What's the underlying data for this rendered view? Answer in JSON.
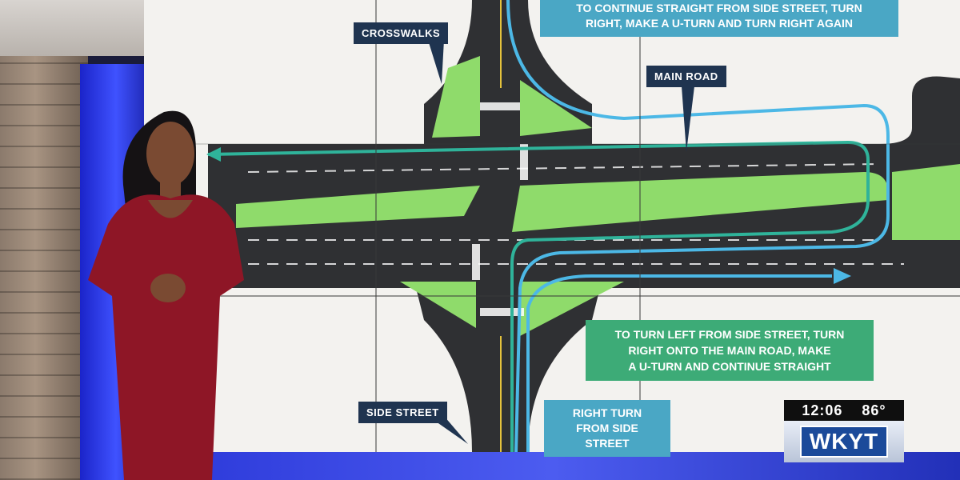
{
  "callouts": {
    "top_banner_line1": "TO CONTINUE STRAIGHT FROM SIDE STREET, TURN",
    "top_banner_line2": "RIGHT, MAKE A U-TURN AND TURN RIGHT AGAIN",
    "crosswalks": "CROSSWALKS",
    "main_road": "MAIN ROAD",
    "side_street": "SIDE STREET",
    "right_turn_line1": "RIGHT TURN",
    "right_turn_line2": "FROM SIDE STREET",
    "left_turn_line1": "TO TURN LEFT FROM SIDE STREET, TURN",
    "left_turn_line2": "RIGHT ONTO THE MAIN ROAD, MAKE",
    "left_turn_line3": "A U-TURN AND CONTINUE STRAIGHT"
  },
  "station_bug": {
    "time": "12:06",
    "temperature": "86°",
    "logo": "WKYT"
  },
  "colors": {
    "road": "#2f3033",
    "median": "#8fdb6b",
    "teal_path": "#2fb39a",
    "blue_path": "#4cb8e6",
    "navy_label": "#1f3450"
  }
}
